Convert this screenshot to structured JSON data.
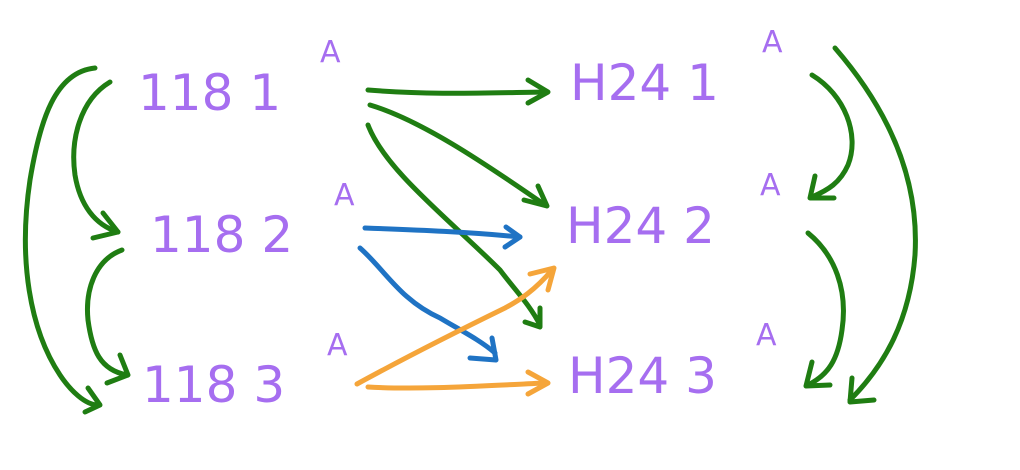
{
  "colors": {
    "label": "#a66ef0",
    "green": "#1f7d12",
    "blue": "#1f73c4",
    "orange": "#f5a53a"
  },
  "nodes": {
    "left": [
      {
        "base": "118 1",
        "sup": "A"
      },
      {
        "base": "118 2",
        "sup": "A"
      },
      {
        "base": "118 3",
        "sup": "A"
      }
    ],
    "right": [
      {
        "base": "H24 1",
        "sup": "A"
      },
      {
        "base": "H24 2",
        "sup": "A"
      },
      {
        "base": "H24 3",
        "sup": "A"
      }
    ]
  },
  "edges": [
    {
      "from": "118 1^A",
      "to": "H24 1^A",
      "color": "green"
    },
    {
      "from": "118 1^A",
      "to": "H24 2^A",
      "color": "green"
    },
    {
      "from": "118 1^A",
      "to": "H24 3^A",
      "color": "green"
    },
    {
      "from": "118 2^A",
      "to": "H24 2^A",
      "color": "blue"
    },
    {
      "from": "118 2^A",
      "to": "H24 3^A",
      "color": "blue"
    },
    {
      "from": "118 3^A",
      "to": "H24 2^A",
      "color": "orange"
    },
    {
      "from": "118 3^A",
      "to": "H24 3^A",
      "color": "orange"
    },
    {
      "from": "118 1^A",
      "to": "118 2^A",
      "color": "green"
    },
    {
      "from": "118 2^A",
      "to": "118 3^A",
      "color": "green"
    },
    {
      "from": "118 1^A",
      "to": "118 3^A",
      "color": "green"
    },
    {
      "from": "H24 1^A",
      "to": "H24 2^A",
      "color": "green"
    },
    {
      "from": "H24 2^A",
      "to": "H24 3^A",
      "color": "green"
    },
    {
      "from": "H24 1^A",
      "to": "H24 3^A",
      "color": "green"
    }
  ]
}
